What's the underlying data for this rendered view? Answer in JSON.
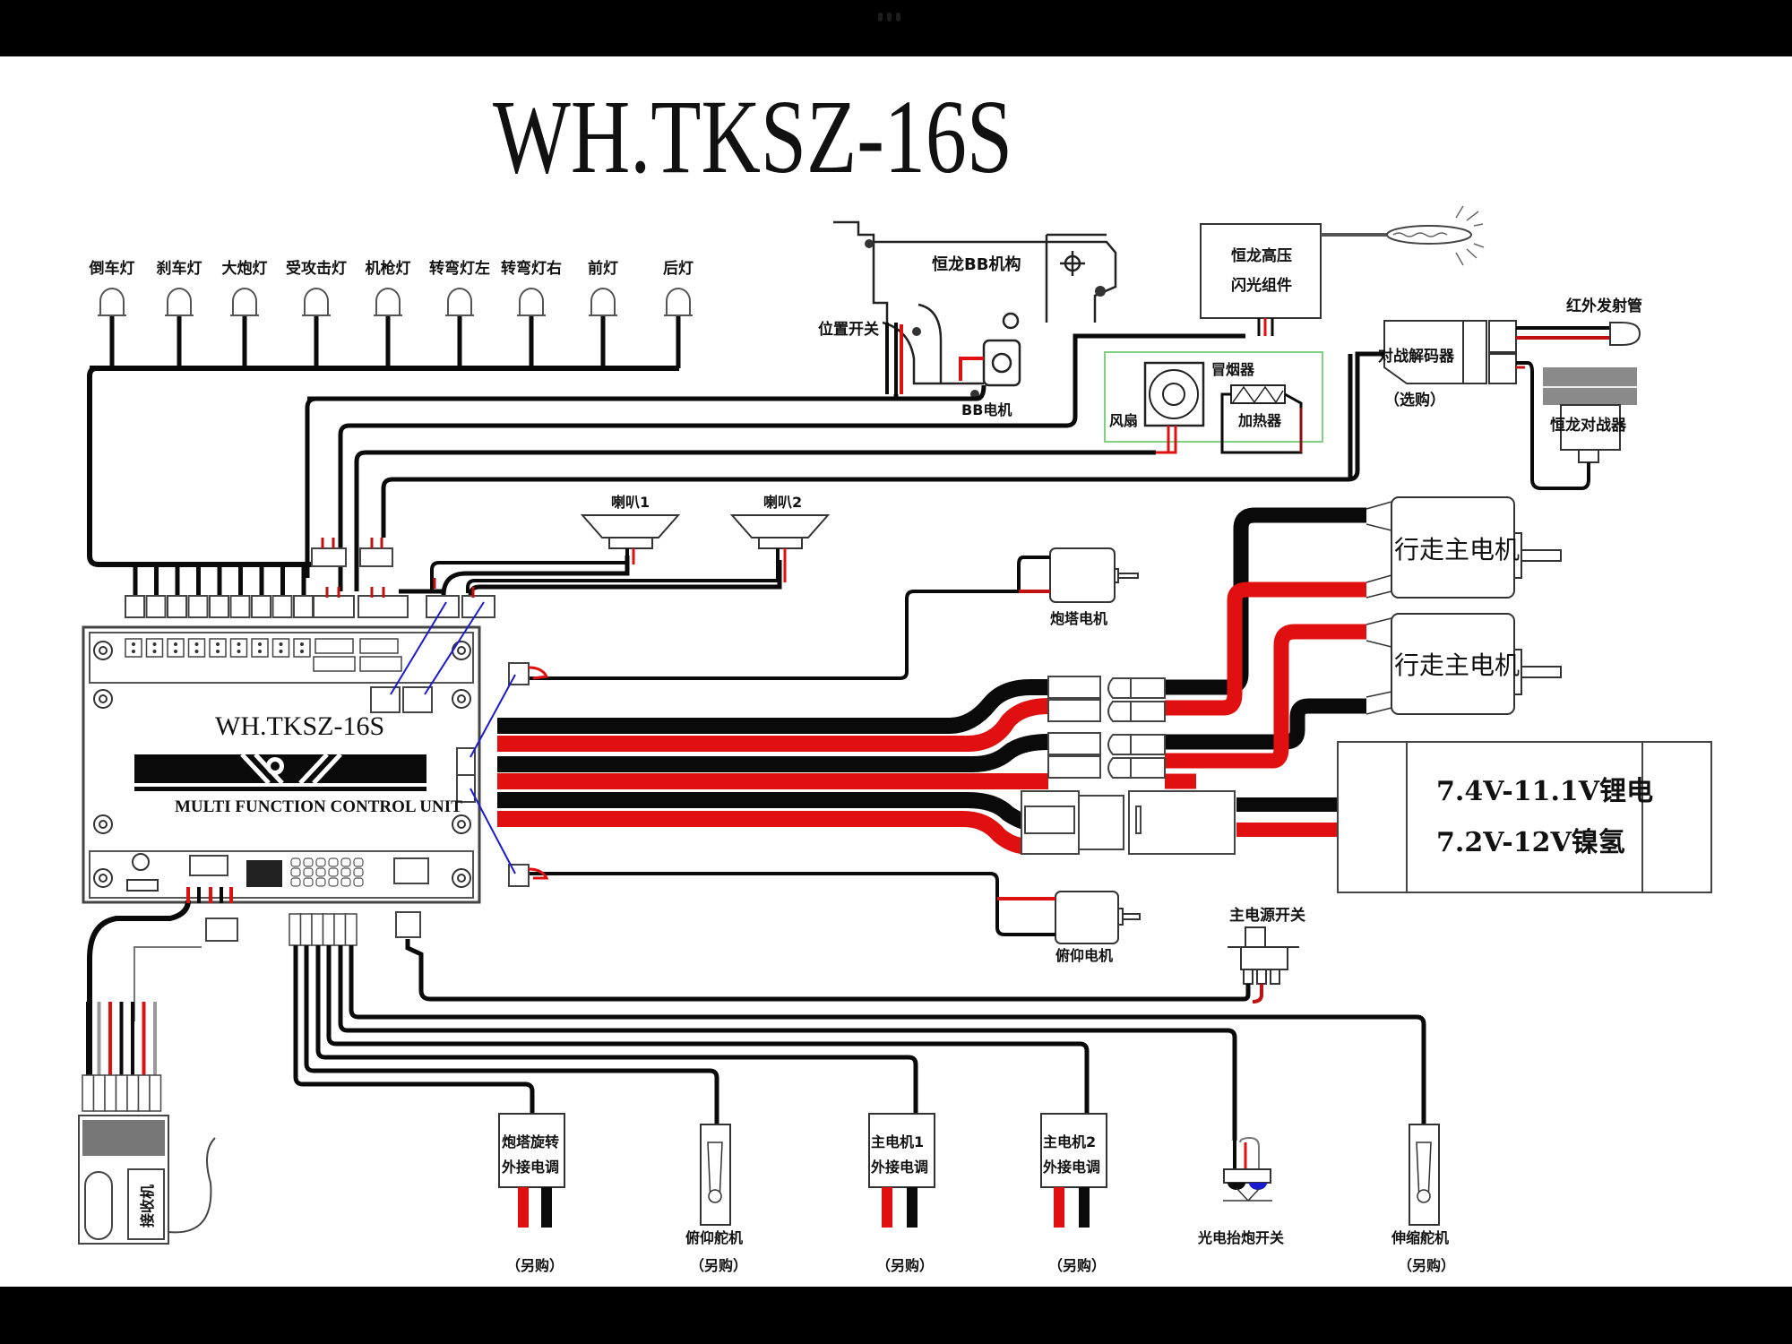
{
  "window": {
    "drag_handle_icon": "three-dots-grip"
  },
  "diagram": {
    "title": "WH.TKSZ-16S",
    "lights": [
      {
        "label": "倒车灯"
      },
      {
        "label": "刹车灯"
      },
      {
        "label": "大炮灯"
      },
      {
        "label": "受攻击灯"
      },
      {
        "label": "机枪灯"
      },
      {
        "label": "转弯灯左"
      },
      {
        "label": "转弯灯右"
      },
      {
        "label": "前灯"
      },
      {
        "label": "后灯"
      }
    ],
    "bb_unit": {
      "label": "恒龙BB机构",
      "position_switch": "位置开关",
      "bb_motor": "BB电机"
    },
    "flash": {
      "line1": "恒龙高压",
      "line2": "闪光组件"
    },
    "smoke": {
      "label": "冒烟器",
      "fan": "风扇",
      "heater": "加热器"
    },
    "battle_decoder": {
      "label": "对战解码器",
      "note": "（选购）",
      "ir_emitter": "红外发射管",
      "battle_receiver": "恒龙对战器"
    },
    "speakers": [
      {
        "label": "喇叭1"
      },
      {
        "label": "喇叭2"
      }
    ],
    "turret_motor": "炮塔电机",
    "drive_motors": [
      {
        "label": "行走主电机"
      },
      {
        "label": "行走主电机"
      }
    ],
    "battery": {
      "line1": "7.4V-11.1V锂电",
      "line2": "7.2V-12V镍氢"
    },
    "elevation_motor": "俯仰电机",
    "main_switch": "主电源开关",
    "control_unit": {
      "model": "WH.TKSZ-16S",
      "subtitle": "MULTI FUNCTION CONTROL UNIT"
    },
    "receiver": {
      "label": "接收机"
    },
    "bottom_modules": [
      {
        "line1": "炮塔旋转",
        "line2": "外接电调",
        "note": "（另购）"
      },
      {
        "name": "俯仰舵机",
        "note": "（另购）"
      },
      {
        "line1": "主电机1",
        "line2": "外接电调",
        "note": "（另购）"
      },
      {
        "line1": "主电机2",
        "line2": "外接电调",
        "note": "（另购）"
      },
      {
        "name": "光电抬炮开关"
      },
      {
        "name": "伸缩舵机",
        "note": "（另购）"
      }
    ],
    "wire_colors": {
      "black": "#0a0a0a",
      "red": "#e01010",
      "blue": "#1a1ad0",
      "green_frame": "#7fd17f",
      "gray_fill": "#8a8a8a"
    }
  }
}
